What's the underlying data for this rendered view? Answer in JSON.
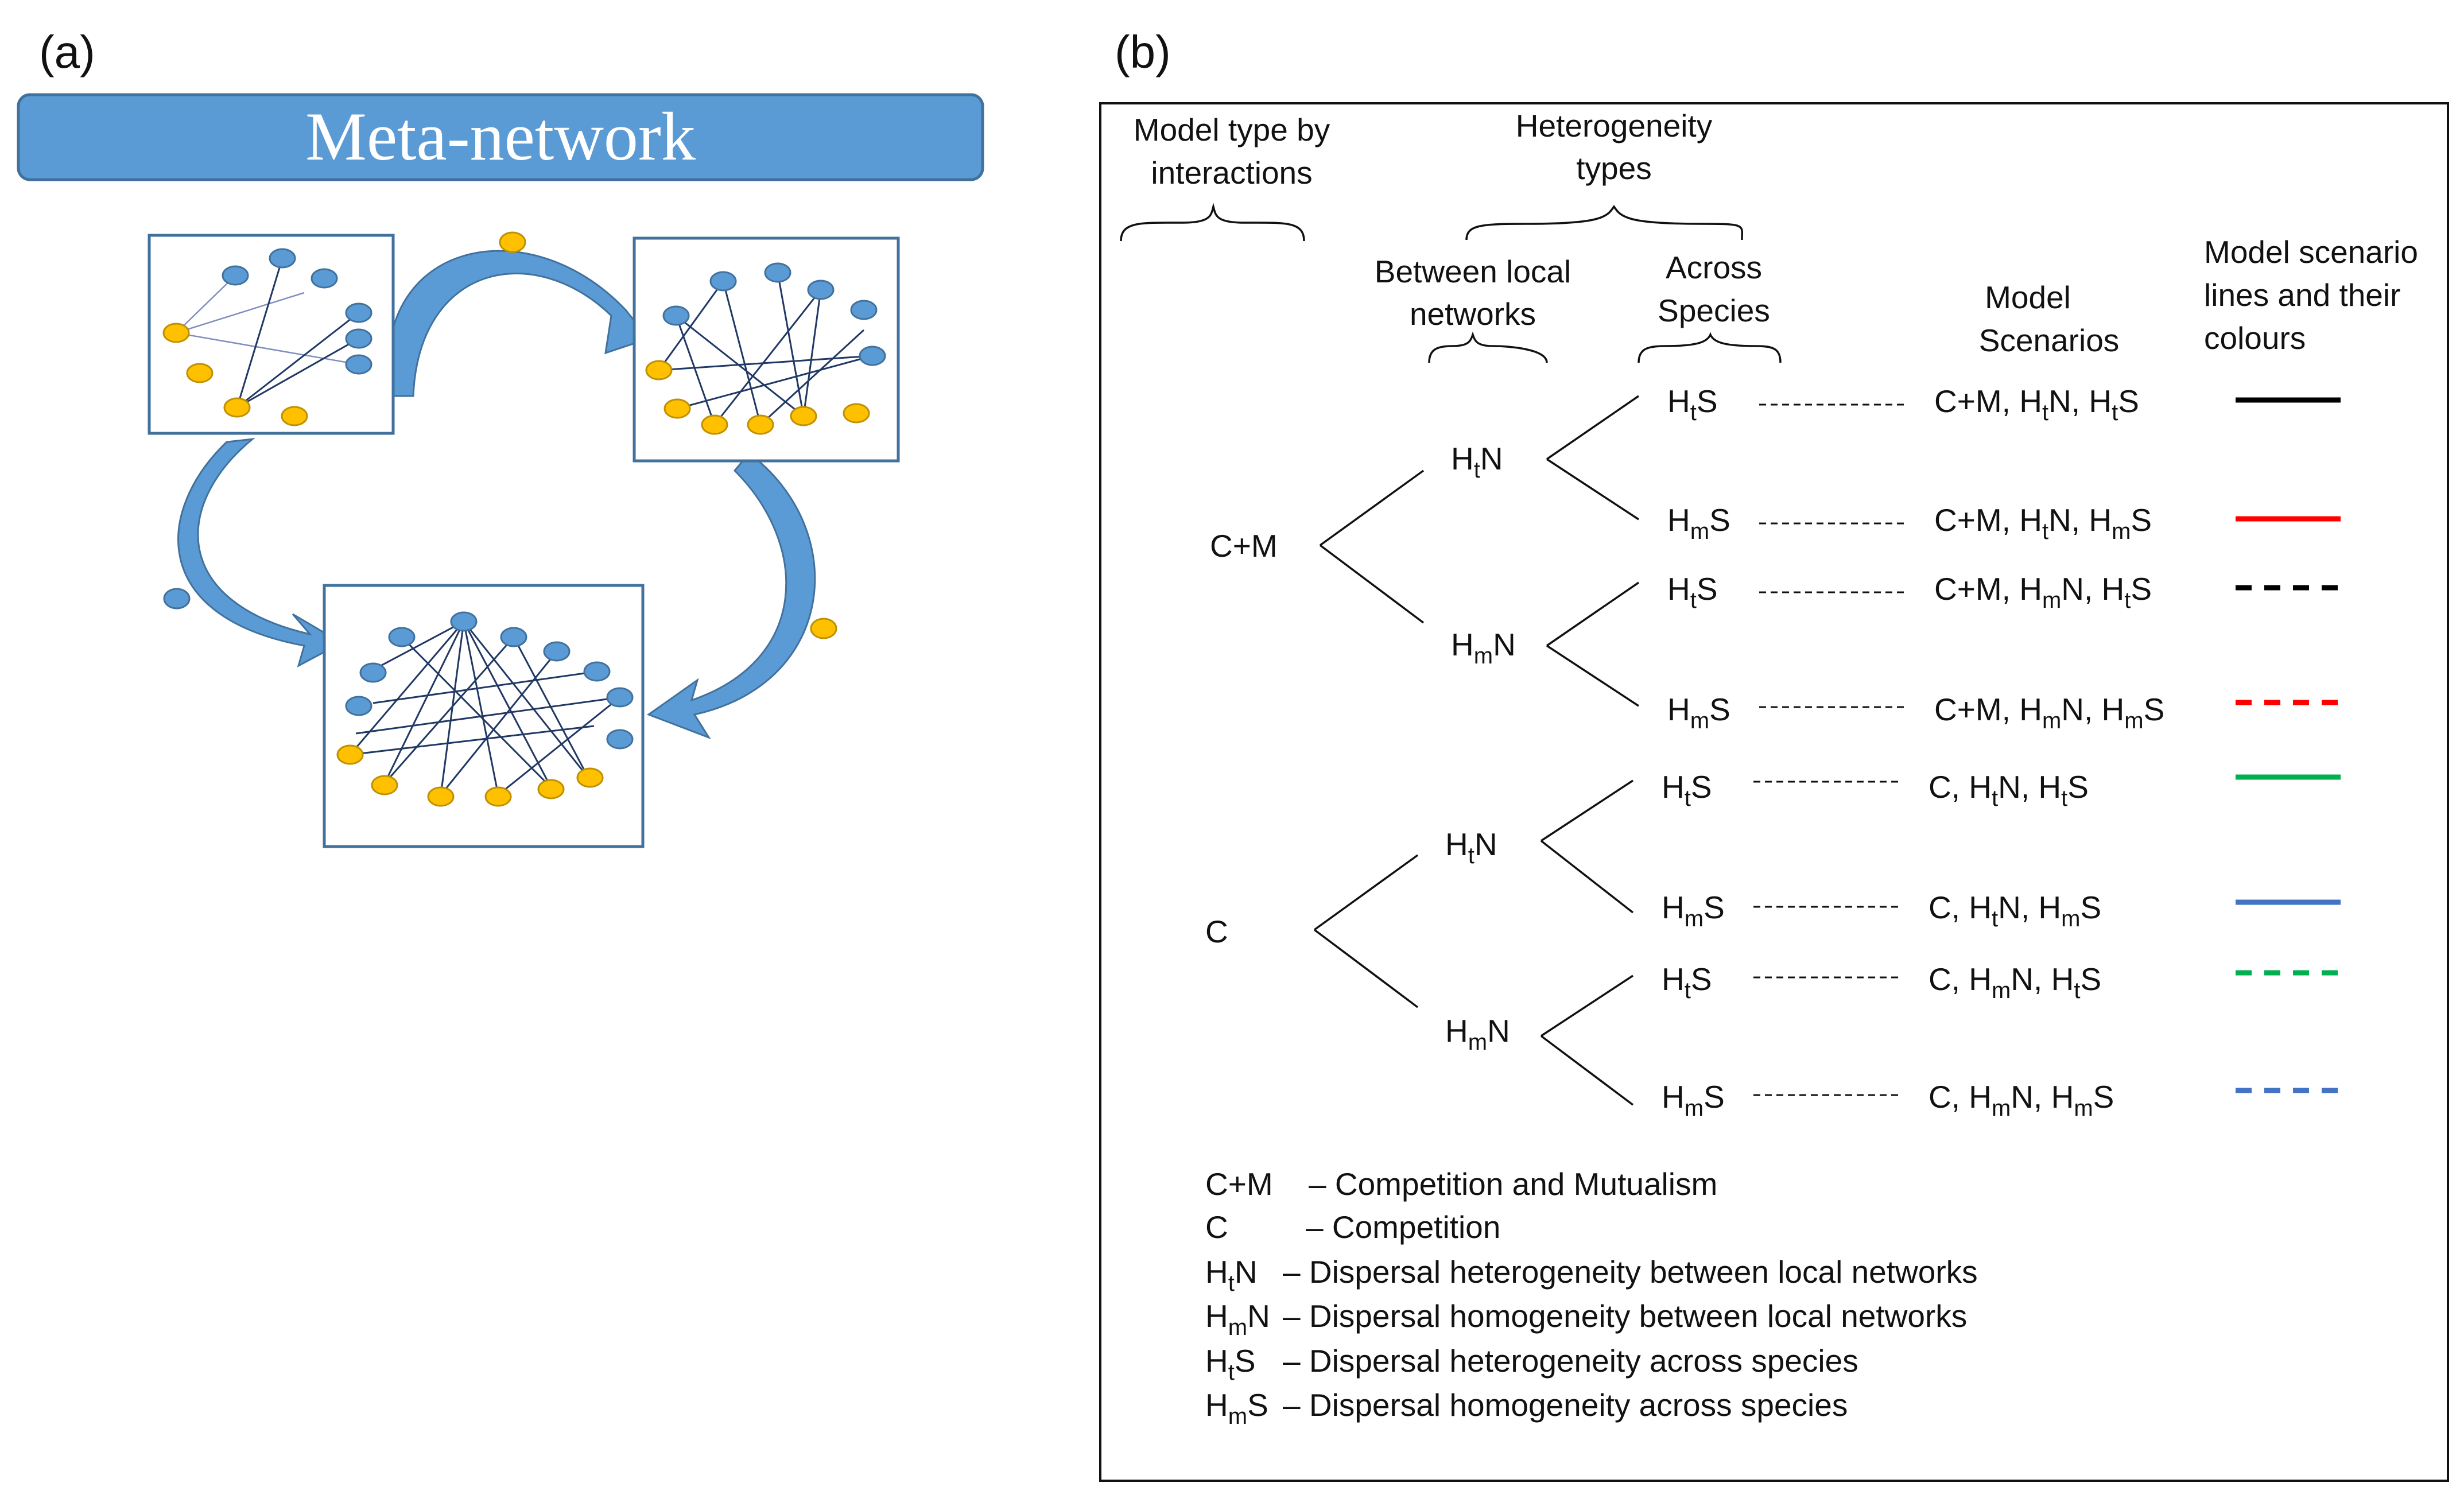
{
  "panel_a": {
    "label": "(a)",
    "banner_title": "Meta-network",
    "colors": {
      "banner": "#5b9bd5",
      "blue_node": "#5b9bd5",
      "yellow_node": "#ffc000",
      "edge": "#203864"
    }
  },
  "panel_b": {
    "label": "(b)",
    "headers": {
      "model_type_1": "Model type by",
      "model_type_2": "interactions",
      "heterogeneity_1": "Heterogeneity",
      "heterogeneity_2": "types",
      "between_1": "Between local",
      "between_2": "networks",
      "across_1": "Across",
      "across_2": "Species",
      "scenarios_1": "Model",
      "scenarios_2": "Scenarios",
      "lines_1": "Model scenario",
      "lines_2": "lines and their",
      "lines_3": "colours"
    },
    "models": [
      {
        "name": "C+M",
        "networks": [
          {
            "base": "H",
            "sub": "t",
            "tail": "N",
            "species": [
              {
                "sub": "t",
                "scenario": [
                  "C+M, H",
                  "t",
                  "N, H",
                  "t",
                  "S"
                ],
                "line": {
                  "color": "#000000",
                  "style": "solid"
                }
              },
              {
                "sub": "m",
                "scenario": [
                  "C+M, H",
                  "t",
                  "N, H",
                  "m",
                  "S"
                ],
                "line": {
                  "color": "#ff0000",
                  "style": "solid"
                }
              }
            ]
          },
          {
            "base": "H",
            "sub": "m",
            "tail": "N",
            "species": [
              {
                "sub": "t",
                "scenario": [
                  "C+M, H",
                  "m",
                  "N, H",
                  "t",
                  "S"
                ],
                "line": {
                  "color": "#000000",
                  "style": "dashed"
                }
              },
              {
                "sub": "m",
                "scenario": [
                  "C+M, H",
                  "m",
                  "N, H",
                  "m",
                  "S"
                ],
                "line": {
                  "color": "#ff0000",
                  "style": "dashed"
                }
              }
            ]
          }
        ]
      },
      {
        "name": "C",
        "networks": [
          {
            "base": "H",
            "sub": "t",
            "tail": "N",
            "species": [
              {
                "sub": "t",
                "scenario": [
                  "C, H",
                  "t",
                  "N, H",
                  "t",
                  "S"
                ],
                "line": {
                  "color": "#00b050",
                  "style": "solid"
                }
              },
              {
                "sub": "m",
                "scenario": [
                  "C, H",
                  "t",
                  "N, H",
                  "m",
                  "S"
                ],
                "line": {
                  "color": "#4472c4",
                  "style": "solid"
                }
              }
            ]
          },
          {
            "base": "H",
            "sub": "m",
            "tail": "N",
            "species": [
              {
                "sub": "t",
                "scenario": [
                  "C, H",
                  "m",
                  "N, H",
                  "t",
                  "S"
                ],
                "line": {
                  "color": "#00b050",
                  "style": "dashed"
                }
              },
              {
                "sub": "m",
                "scenario": [
                  "C, H",
                  "m",
                  "N, H",
                  "m",
                  "S"
                ],
                "line": {
                  "color": "#4472c4",
                  "style": "dashed"
                }
              }
            ]
          }
        ]
      }
    ],
    "legend": [
      {
        "key": "C+M",
        "key_sub": "",
        "key_tail": "",
        "desc": "– Competition and Mutualism"
      },
      {
        "key": "C",
        "key_sub": "",
        "key_tail": "",
        "desc": "– Competition"
      },
      {
        "key": "H",
        "key_sub": "t",
        "key_tail": "N",
        "desc": "– Dispersal heterogeneity between local networks"
      },
      {
        "key": "H",
        "key_sub": "m",
        "key_tail": "N",
        "desc": "– Dispersal homogeneity between local networks"
      },
      {
        "key": "H",
        "key_sub": "t",
        "key_tail": "S",
        "desc": "– Dispersal heterogeneity across species"
      },
      {
        "key": "H",
        "key_sub": "m",
        "key_tail": "S",
        "desc": "– Dispersal homogeneity across species"
      }
    ]
  }
}
